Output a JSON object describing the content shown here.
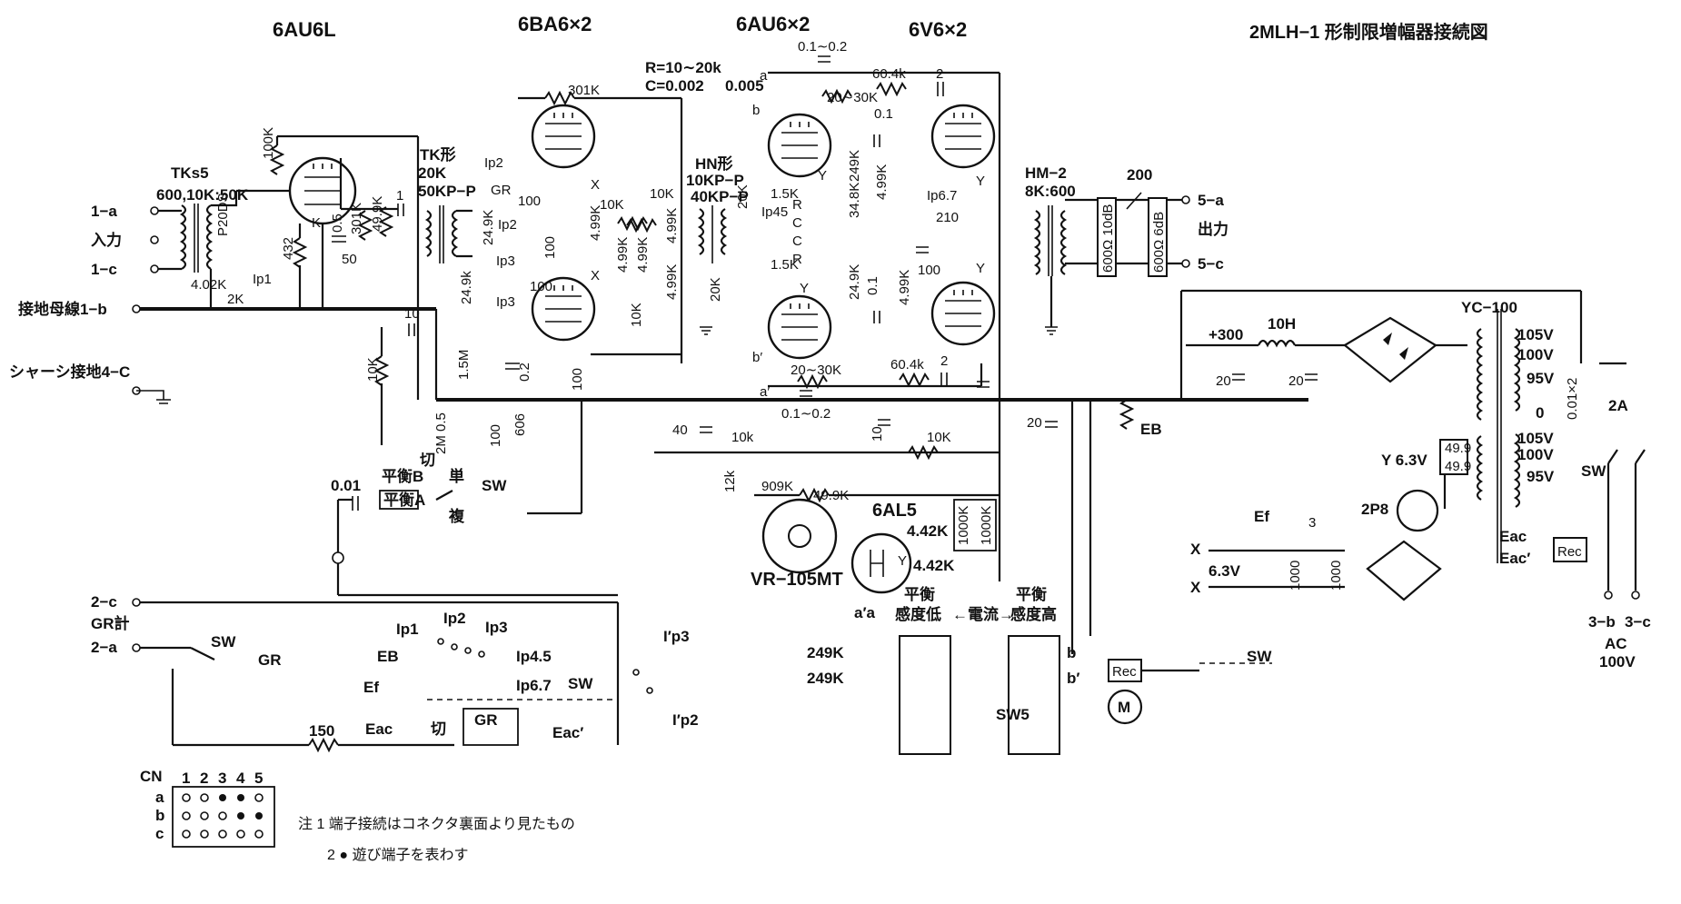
{
  "title": "2MLH−1 形制限増幅器接続図",
  "tubes": {
    "v1": "6AU6L",
    "v2": "6BA6×2",
    "v3": "6AU6×2",
    "v4": "6V6×2",
    "rect": "6AL5",
    "reg": "VR−105MT"
  },
  "terminals": {
    "in_a": "1−a",
    "in_label": "入力",
    "in_c": "1−c",
    "ground_bus": "接地母線1−b",
    "chassis": "シャーシ接地4−C",
    "out_a": "5−a",
    "out_label": "出力",
    "out_c": "5−c",
    "gr_c": "2−c",
    "gr_meter": "GR計",
    "gr_a": "2−a",
    "ac_b": "3−b",
    "ac_c": "3−c",
    "ac_label": "AC",
    "ac_volt": "100V"
  },
  "transformers": {
    "t1_name": "TKs5",
    "t1_ratio": "600,10K:50K",
    "t2_name": "TK形",
    "t2_ohm": "20K",
    "t2_type": "50KP−P",
    "t3_name": "HN形",
    "t3_a": "10KP−P",
    "t3_b": "40KP−P",
    "t4_name": "HM−2",
    "t4_ratio": "8K:600",
    "pt_name": "YC−100"
  },
  "components": {
    "r_100k": "100K",
    "r_402k": "4.02K",
    "r_2k": "2K",
    "r_432": "432",
    "r_301k_a": "301K",
    "r_499k_a": "49.9K",
    "c_1": "1",
    "c_05": "0.5",
    "c_50": "50",
    "p20ds": "P20DS",
    "r_301k_b": "301K",
    "rc_r": "R=10∼20k",
    "rc_c": "C=0.002",
    "c_0005": "0.005",
    "c_01_02_top": "0.1∼0.2",
    "r_604k_top": "60.4k",
    "c_2_top": "2",
    "r_2030k_top": "20∼30K",
    "r_100_a": "100",
    "r_100_b": "100",
    "r_100_c": "100",
    "r_100_d": "100",
    "r_249k_a": "24.9k",
    "r_249k_b": "24.9K",
    "r_10k_a": "10K",
    "r_10k_b": "10K",
    "r_10k_c": "10K",
    "r_499k_b": "4.99K",
    "r_499k_c": "4.99K",
    "r_499k_d": "4.99K",
    "r_499k_e": "4.99K",
    "r_499k_f": "4.99K",
    "r_15k_a": "1.5K",
    "r_15k_b": "1.5K",
    "r_20k_a": "20K",
    "r_20k_b": "20K",
    "r_348k": "34.8K",
    "r_249k_c": "249K",
    "r_249k_d": "24.9K",
    "c_01_a": "0.1",
    "c_01_b": "0.1",
    "r_210": "210",
    "c_100": "100",
    "r_499k_g": "4.99K",
    "r_499k_h": "4.99K",
    "c_10": "10",
    "r_10k_bot": "10K",
    "r_15m": "1.5M",
    "c_02": "0.2",
    "r_2m05": "2M 0.5",
    "r_100_e": "100",
    "r_606": "606",
    "c_001": "0.01",
    "bal_b": "平衡B",
    "bal_a": "平衡A",
    "sw_cut": "切",
    "sw_single": "単",
    "sw_double": "複",
    "sw": "SW",
    "c_40": "40",
    "r_10k_mid": "10k",
    "r_12k": "12k",
    "r_909k": "909K",
    "r_499k_mid": "49.9K",
    "r_442k_a": "4.42K",
    "r_442k_b": "4.42K",
    "r_1000k_a": "1000K",
    "r_1000k_b": "1000K",
    "c_01_02_bot": "0.1∼0.2",
    "r_2030k_bot": "20∼30K",
    "r_604k_bot": "60.4k",
    "c_2_bot": "2",
    "c_10_b": "10",
    "r_10k_e": "10K",
    "c_20_a": "20",
    "eb": "EB",
    "hv": "+300",
    "choke": "10H",
    "c_20_b": "20",
    "c_20_c": "20",
    "v105_a": "105V",
    "v100_a": "100V",
    "v95_a": "95V",
    "v0": "0",
    "v105_b": "105V",
    "v100_b": "100V",
    "v95_b": "95V",
    "c_001x2": "0.01×2",
    "fuse": "2A",
    "y63": "Y 6.3V",
    "r_499_a": "49.9",
    "r_499_b": "49.9",
    "lamp": "2P8",
    "ef": "Ef",
    "x63": "6.3V",
    "x": "X",
    "r_3": "3",
    "c_1000_a": "1000",
    "c_1000_b": "1000",
    "eac": "Eac",
    "eac2": "Eac′",
    "rect_box": "Rec",
    "pad1": "600Ω 10dB",
    "pad2": "600Ω 6dB",
    "r_200": "200",
    "x_label": "X",
    "y_label": "Y"
  },
  "meter_switch": {
    "ip1": "Ip1",
    "ip2": "Ip2",
    "ip3": "Ip3",
    "ip45": "Ip4.5",
    "ip67": "Ip6.7",
    "eb": "EB",
    "ef": "Ef",
    "eac": "Eac",
    "cut": "切",
    "gr": "GR",
    "eac2": "Eac′",
    "ip2b": "I′p2",
    "ip3b": "I′p3",
    "sw": "SW",
    "r_150": "150",
    "gr_sw": "SW"
  },
  "balance": {
    "a_pair": "a′a",
    "hdr_low_1": "平衡",
    "hdr_low_2": "感度低",
    "hdr_cur": "←電流→",
    "hdr_high_1": "平衡",
    "hdr_high_2": "感度高",
    "r1": "249K",
    "r2": "249K",
    "b": "b",
    "b2": "b′",
    "sw5": "SW5",
    "motor": "M",
    "rec": "Rec",
    "sw": "SW"
  },
  "tube_pins": {
    "ip1": "Ip1",
    "ip2": "Ip2",
    "gr": "GR",
    "ip2b": "Ip2",
    "ip3": "Ip3",
    "ip3b": "Ip3",
    "ip45": "Ip45",
    "ip67": "Ip6.7",
    "a": "a",
    "b": "b",
    "a2": "a′",
    "b2": "b′",
    "c_mark": "C",
    "r_mark": "R",
    "y": "Y"
  },
  "connector": {
    "label": "CN",
    "cols": [
      "1",
      "2",
      "3",
      "4",
      "5"
    ],
    "rows": [
      "a",
      "b",
      "c"
    ]
  },
  "notes": {
    "n1": "注 1 端子接続はコネクタ裏面より見たもの",
    "n2": "2 ● 遊び端子を表わす"
  }
}
